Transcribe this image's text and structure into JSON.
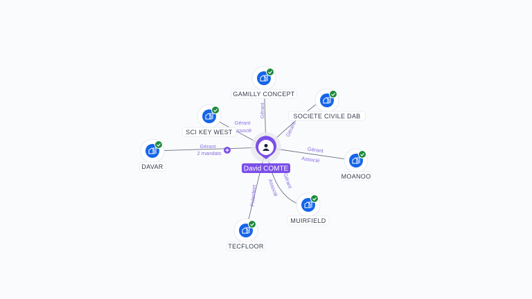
{
  "person": {
    "name": "David COMTE",
    "icon": "user-icon"
  },
  "colors": {
    "accent": "#7b4fe8",
    "company": "#1565e8",
    "check": "#1e8a3c",
    "edge": "#6b7080"
  },
  "companies": [
    {
      "name": "GAMILLY CONCEPT",
      "roles": [
        "Gérant"
      ]
    },
    {
      "name": "SOCIETE CIVILE DAB",
      "roles": [
        "Gérant"
      ]
    },
    {
      "name": "SCI KEY WEST",
      "roles": [
        "Gérant",
        "Associé"
      ]
    },
    {
      "name": "DAVAR",
      "roles": [
        "Gérant",
        "2 mandats"
      ]
    },
    {
      "name": "MOANOO",
      "roles": [
        "Gérant",
        "Associé"
      ]
    },
    {
      "name": "MUIRFIELD",
      "roles": [
        "Gérant",
        "Associé"
      ]
    },
    {
      "name": "TECFLOOR",
      "roles": [
        "Président"
      ]
    }
  ]
}
